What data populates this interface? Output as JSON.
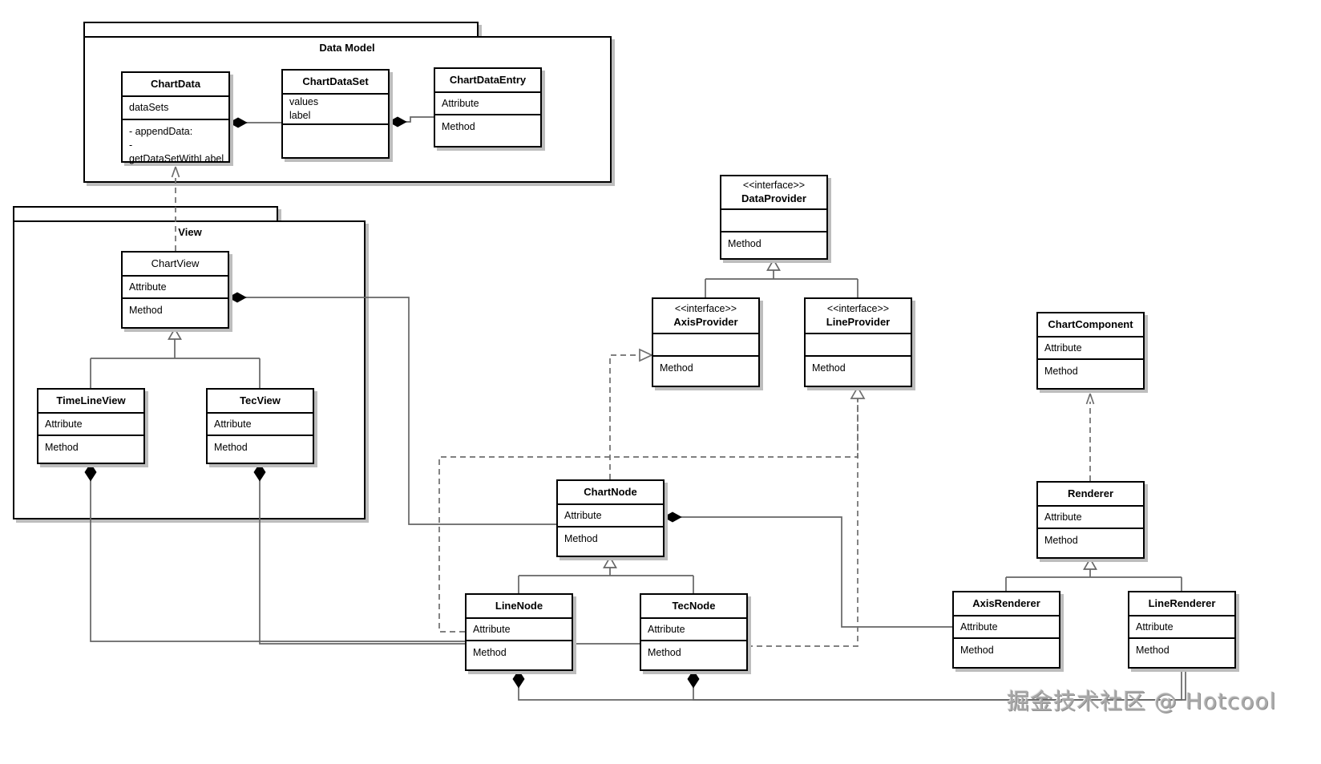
{
  "watermark": "掘金技术社区 @ Hotcool",
  "colors": {
    "edge": "#666666",
    "box_border": "#000000",
    "shadow": "#bdbdbd",
    "watermark": "#a9a9a9",
    "background": "#ffffff"
  },
  "packages": {
    "dataModel": {
      "label": "Data Model"
    },
    "view": {
      "label": "View"
    }
  },
  "classes": {
    "chartData": {
      "title": "ChartData",
      "attributes": [
        "dataSets"
      ],
      "methods": [
        "- appendData:",
        "- getDataSetWithLabel"
      ]
    },
    "chartDataSet": {
      "title": "ChartDataSet",
      "attributes": [
        "values",
        "label"
      ],
      "methods": []
    },
    "chartDataEntry": {
      "title": "ChartDataEntry",
      "attributes": [
        "Attribute"
      ],
      "methods": [
        "Method"
      ]
    },
    "chartView": {
      "title": "ChartView",
      "attributes": [
        "Attribute"
      ],
      "methods": [
        "Method"
      ]
    },
    "timeLineView": {
      "title": "TimeLineView",
      "attributes": [
        "Attribute"
      ],
      "methods": [
        "Method"
      ]
    },
    "tecView": {
      "title": "TecView",
      "attributes": [
        "Attribute"
      ],
      "methods": [
        "Method"
      ]
    },
    "dataProvider": {
      "stereotype": "<<interface>>",
      "title": "DataProvider",
      "attributes": [],
      "methods": [
        "Method"
      ]
    },
    "axisProvider": {
      "stereotype": "<<interface>>",
      "title": "AxisProvider",
      "attributes": [],
      "methods": [
        "Method"
      ]
    },
    "lineProvider": {
      "stereotype": "<<interface>>",
      "title": "LineProvider",
      "attributes": [],
      "methods": [
        "Method"
      ]
    },
    "chartComponent": {
      "title": "ChartComponent",
      "attributes": [
        "Attribute"
      ],
      "methods": [
        "Method"
      ]
    },
    "renderer": {
      "title": "Renderer",
      "attributes": [
        "Attribute"
      ],
      "methods": [
        "Method"
      ]
    },
    "chartNode": {
      "title": "ChartNode",
      "attributes": [
        "Attribute"
      ],
      "methods": [
        "Method"
      ]
    },
    "lineNode": {
      "title": "LineNode",
      "attributes": [
        "Attribute"
      ],
      "methods": [
        "Method"
      ]
    },
    "tecNode": {
      "title": "TecNode",
      "attributes": [
        "Attribute"
      ],
      "methods": [
        "Method"
      ]
    },
    "axisRenderer": {
      "title": "AxisRenderer",
      "attributes": [
        "Attribute"
      ],
      "methods": [
        "Method"
      ]
    },
    "lineRenderer": {
      "title": "LineRenderer",
      "attributes": [
        "Attribute"
      ],
      "methods": [
        "Method"
      ]
    }
  },
  "relations": [
    {
      "from": "ChartData",
      "to": "ChartDataSet",
      "type": "composition"
    },
    {
      "from": "ChartDataSet",
      "to": "ChartDataEntry",
      "type": "composition"
    },
    {
      "from": "ChartView",
      "to": "ChartData",
      "type": "dependency"
    },
    {
      "from": "TimeLineView",
      "to": "ChartView",
      "type": "generalization"
    },
    {
      "from": "TecView",
      "to": "ChartView",
      "type": "generalization"
    },
    {
      "from": "ChartView",
      "to": "ChartNode",
      "type": "composition"
    },
    {
      "from": "TimeLineView",
      "to": "LineNode",
      "type": "composition"
    },
    {
      "from": "TecView",
      "to": "TecNode",
      "type": "composition"
    },
    {
      "from": "AxisProvider",
      "to": "DataProvider",
      "type": "generalization"
    },
    {
      "from": "LineProvider",
      "to": "DataProvider",
      "type": "generalization"
    },
    {
      "from": "ChartNode",
      "to": "AxisProvider",
      "type": "realization"
    },
    {
      "from": "LineNode",
      "to": "LineProvider",
      "type": "realization"
    },
    {
      "from": "TecNode",
      "to": "LineProvider",
      "type": "realization"
    },
    {
      "from": "LineNode",
      "to": "ChartNode",
      "type": "generalization"
    },
    {
      "from": "TecNode",
      "to": "ChartNode",
      "type": "generalization"
    },
    {
      "from": "Renderer",
      "to": "ChartComponent",
      "type": "dependency"
    },
    {
      "from": "AxisRenderer",
      "to": "Renderer",
      "type": "generalization"
    },
    {
      "from": "LineRenderer",
      "to": "Renderer",
      "type": "generalization"
    },
    {
      "from": "ChartNode",
      "to": "AxisRenderer",
      "type": "composition"
    },
    {
      "from": "LineNode",
      "to": "LineRenderer",
      "type": "composition"
    },
    {
      "from": "TecNode",
      "to": "LineRenderer",
      "type": "composition"
    }
  ]
}
